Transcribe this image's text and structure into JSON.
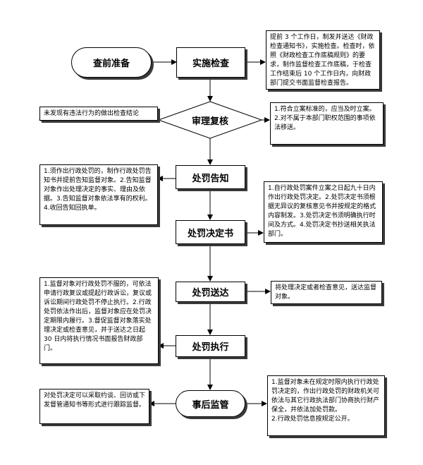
{
  "steps": {
    "prep": "查前准备",
    "implement": "实施检查",
    "review": "审理复核",
    "notice": "处罚告知",
    "decision": "处罚决定书",
    "deliver": "处罚送达",
    "execute": "处罚执行",
    "post": "事后监管"
  },
  "notes": {
    "implement": "提前 3 个工作日，制发并送达《财政检查通知书》，实施检查。检查时，依照《财政检查工作底稿规则》的要求，制作监督检查工作底稿，于检查工作结束后 10 个工作日内，向财政部门提交书面监督检查报告。",
    "no_violation": "未发现有违法行为的做出检查结论",
    "review": "1.符合立案标准的，应当及时立案。\n2.对不属于本部门职权范围的事项依法移送。",
    "notice": "1.须作出行政处罚的，制作行政处罚告知书并提前告知监督对象。2.告知监督对象作出处理决定的事实、理由及依据。3.告知监督对象依法享有的权利。4.收回告知回执单。",
    "decision": "1.自行政处罚案件立案之日起九十日内作出行政处罚决定。2.处罚决定书须根据无异议的复核意见书并按规定的格式内容制发。3.处罚决定书须明确执行时间及方式。4.处罚决定书抄送相关执法部门。",
    "deliver": "将处理决定或者检查意见，送达监督对象。",
    "execute": "1.监督对象对行政处罚不服的，可依法申请行政复议或提起行政诉讼，复议或诉讼期间行政处罚不停止执行。2.行政处罚依法作出后，监督对象应在处罚决定期限内履行。3.督促监督对象落实处理决定或检查意见，并于送达之日起 30 日内将执行情况书面报告财政部门。",
    "post_left": "对处罚决定可以采取约谈、回访或下发督管通知书等形式进行跟踪监督。",
    "post_right": "1.监督对象未在规定时限内执行行政处罚决定的，作出行政处罚的财政机关可依法与其它行政执法部门协商执行财产保全，并依法加处罚款。\n2.行政处罚信息按规定公开。"
  },
  "colors": {
    "line": "#000000",
    "shadow": "#3a3a3a",
    "fill": "#ffffff"
  }
}
